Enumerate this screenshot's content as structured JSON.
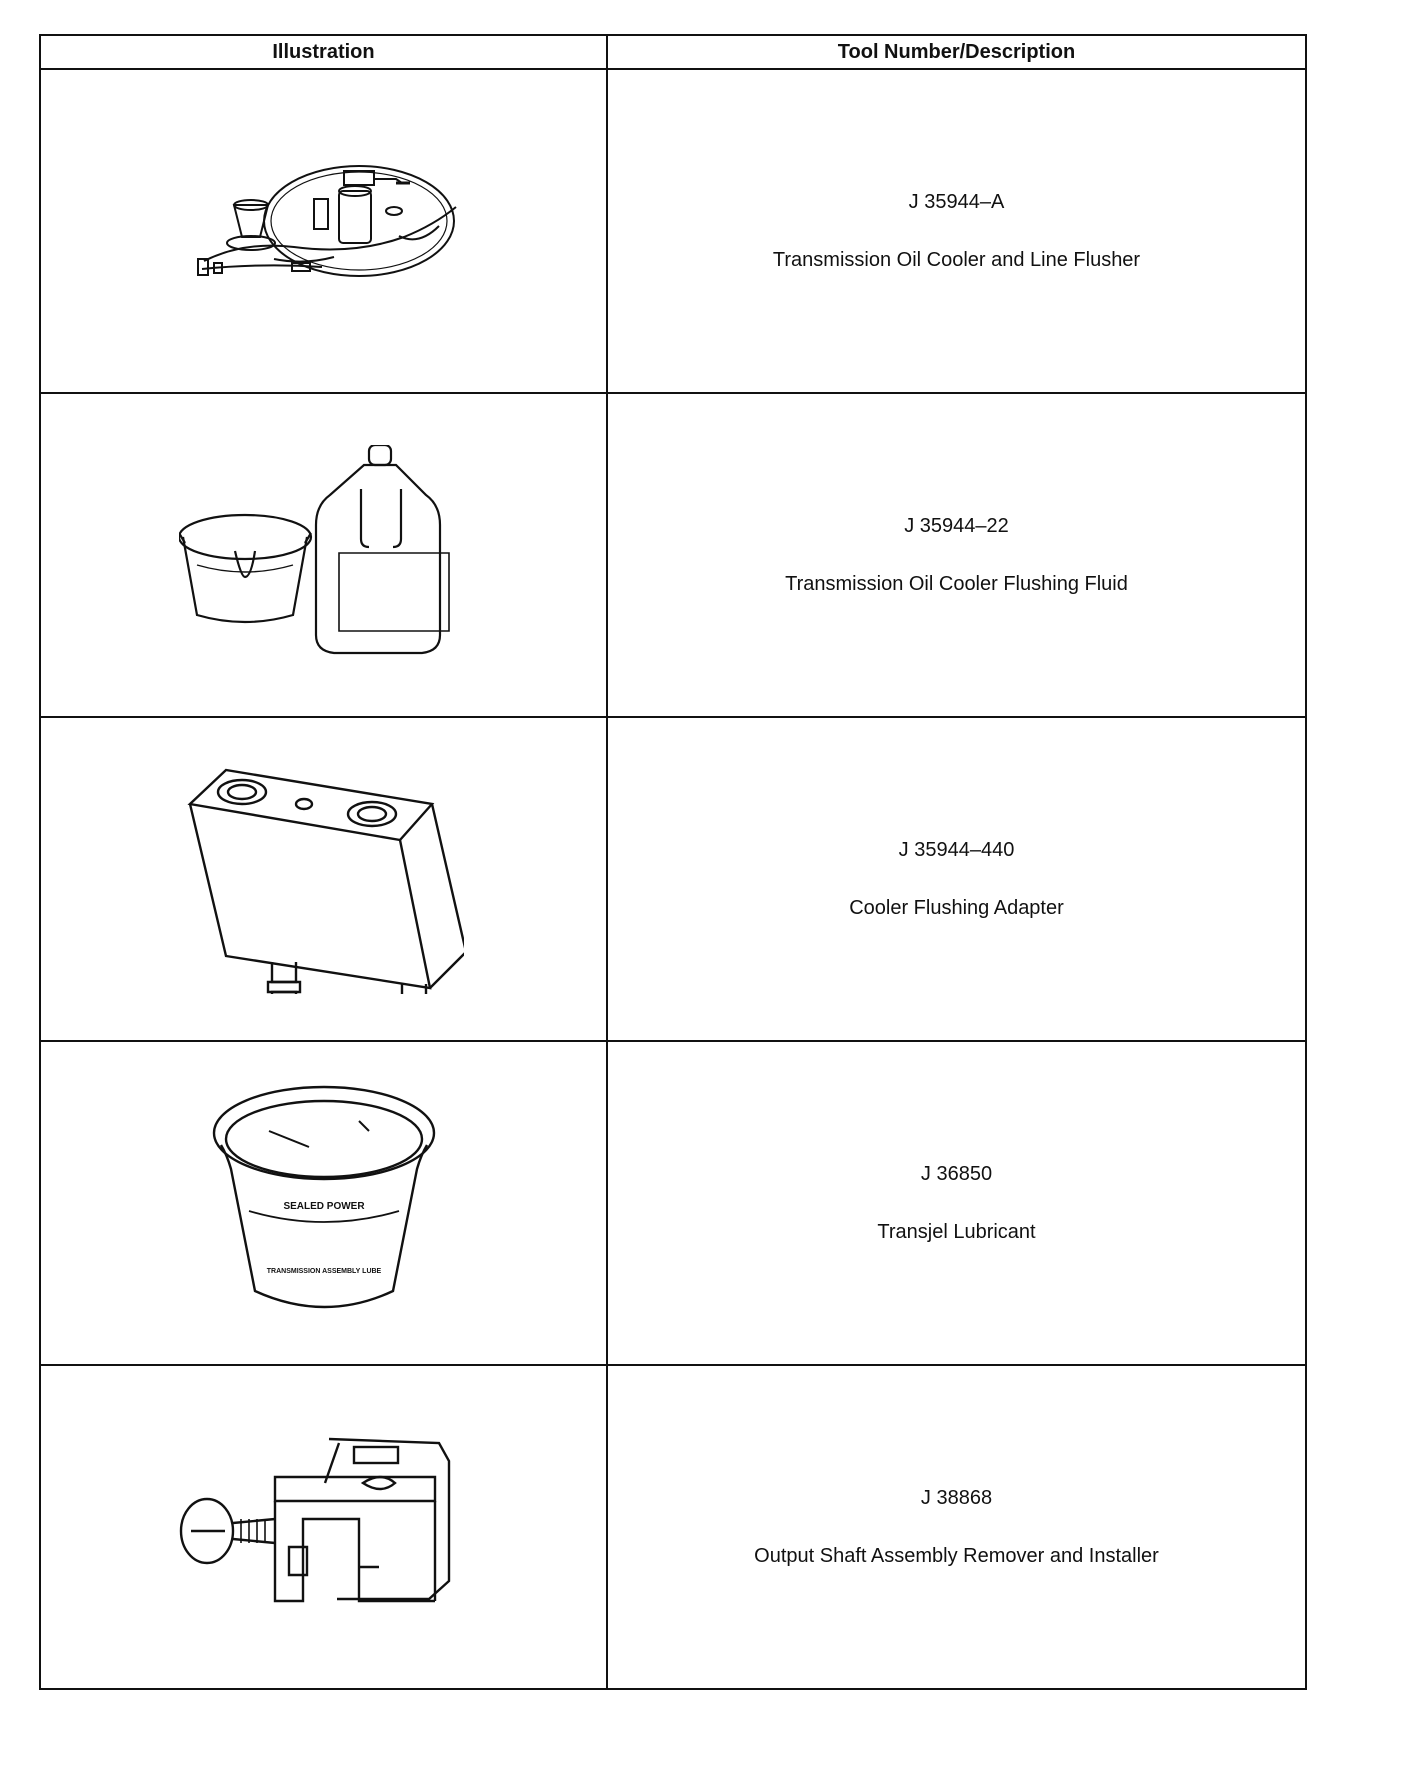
{
  "table": {
    "header_illustration": "Illustration",
    "header_tool": "Tool Number/Description"
  },
  "rows": [
    {
      "number": "J 35944–A",
      "description": "Transmission Oil Cooler and Line Flusher",
      "icon": "oil-cooler-flusher-icon"
    },
    {
      "number": "J 35944–22",
      "description": "Transmission Oil Cooler Flushing Fluid",
      "icon": "flushing-fluid-icon"
    },
    {
      "number": "J 35944–440",
      "description": "Cooler Flushing Adapter",
      "icon": "flushing-adapter-icon"
    },
    {
      "number": "J 36850",
      "description": "Transjel Lubricant",
      "icon": "lubricant-tub-icon"
    },
    {
      "number": "J 38868",
      "description": "Output Shaft Assembly Remover and Installer",
      "icon": "remover-installer-icon"
    }
  ],
  "illustration_text": {
    "tub_label_1": "SEALED POWER",
    "tub_label_2": "TRANSMISSION ASSEMBLY LUBE"
  }
}
